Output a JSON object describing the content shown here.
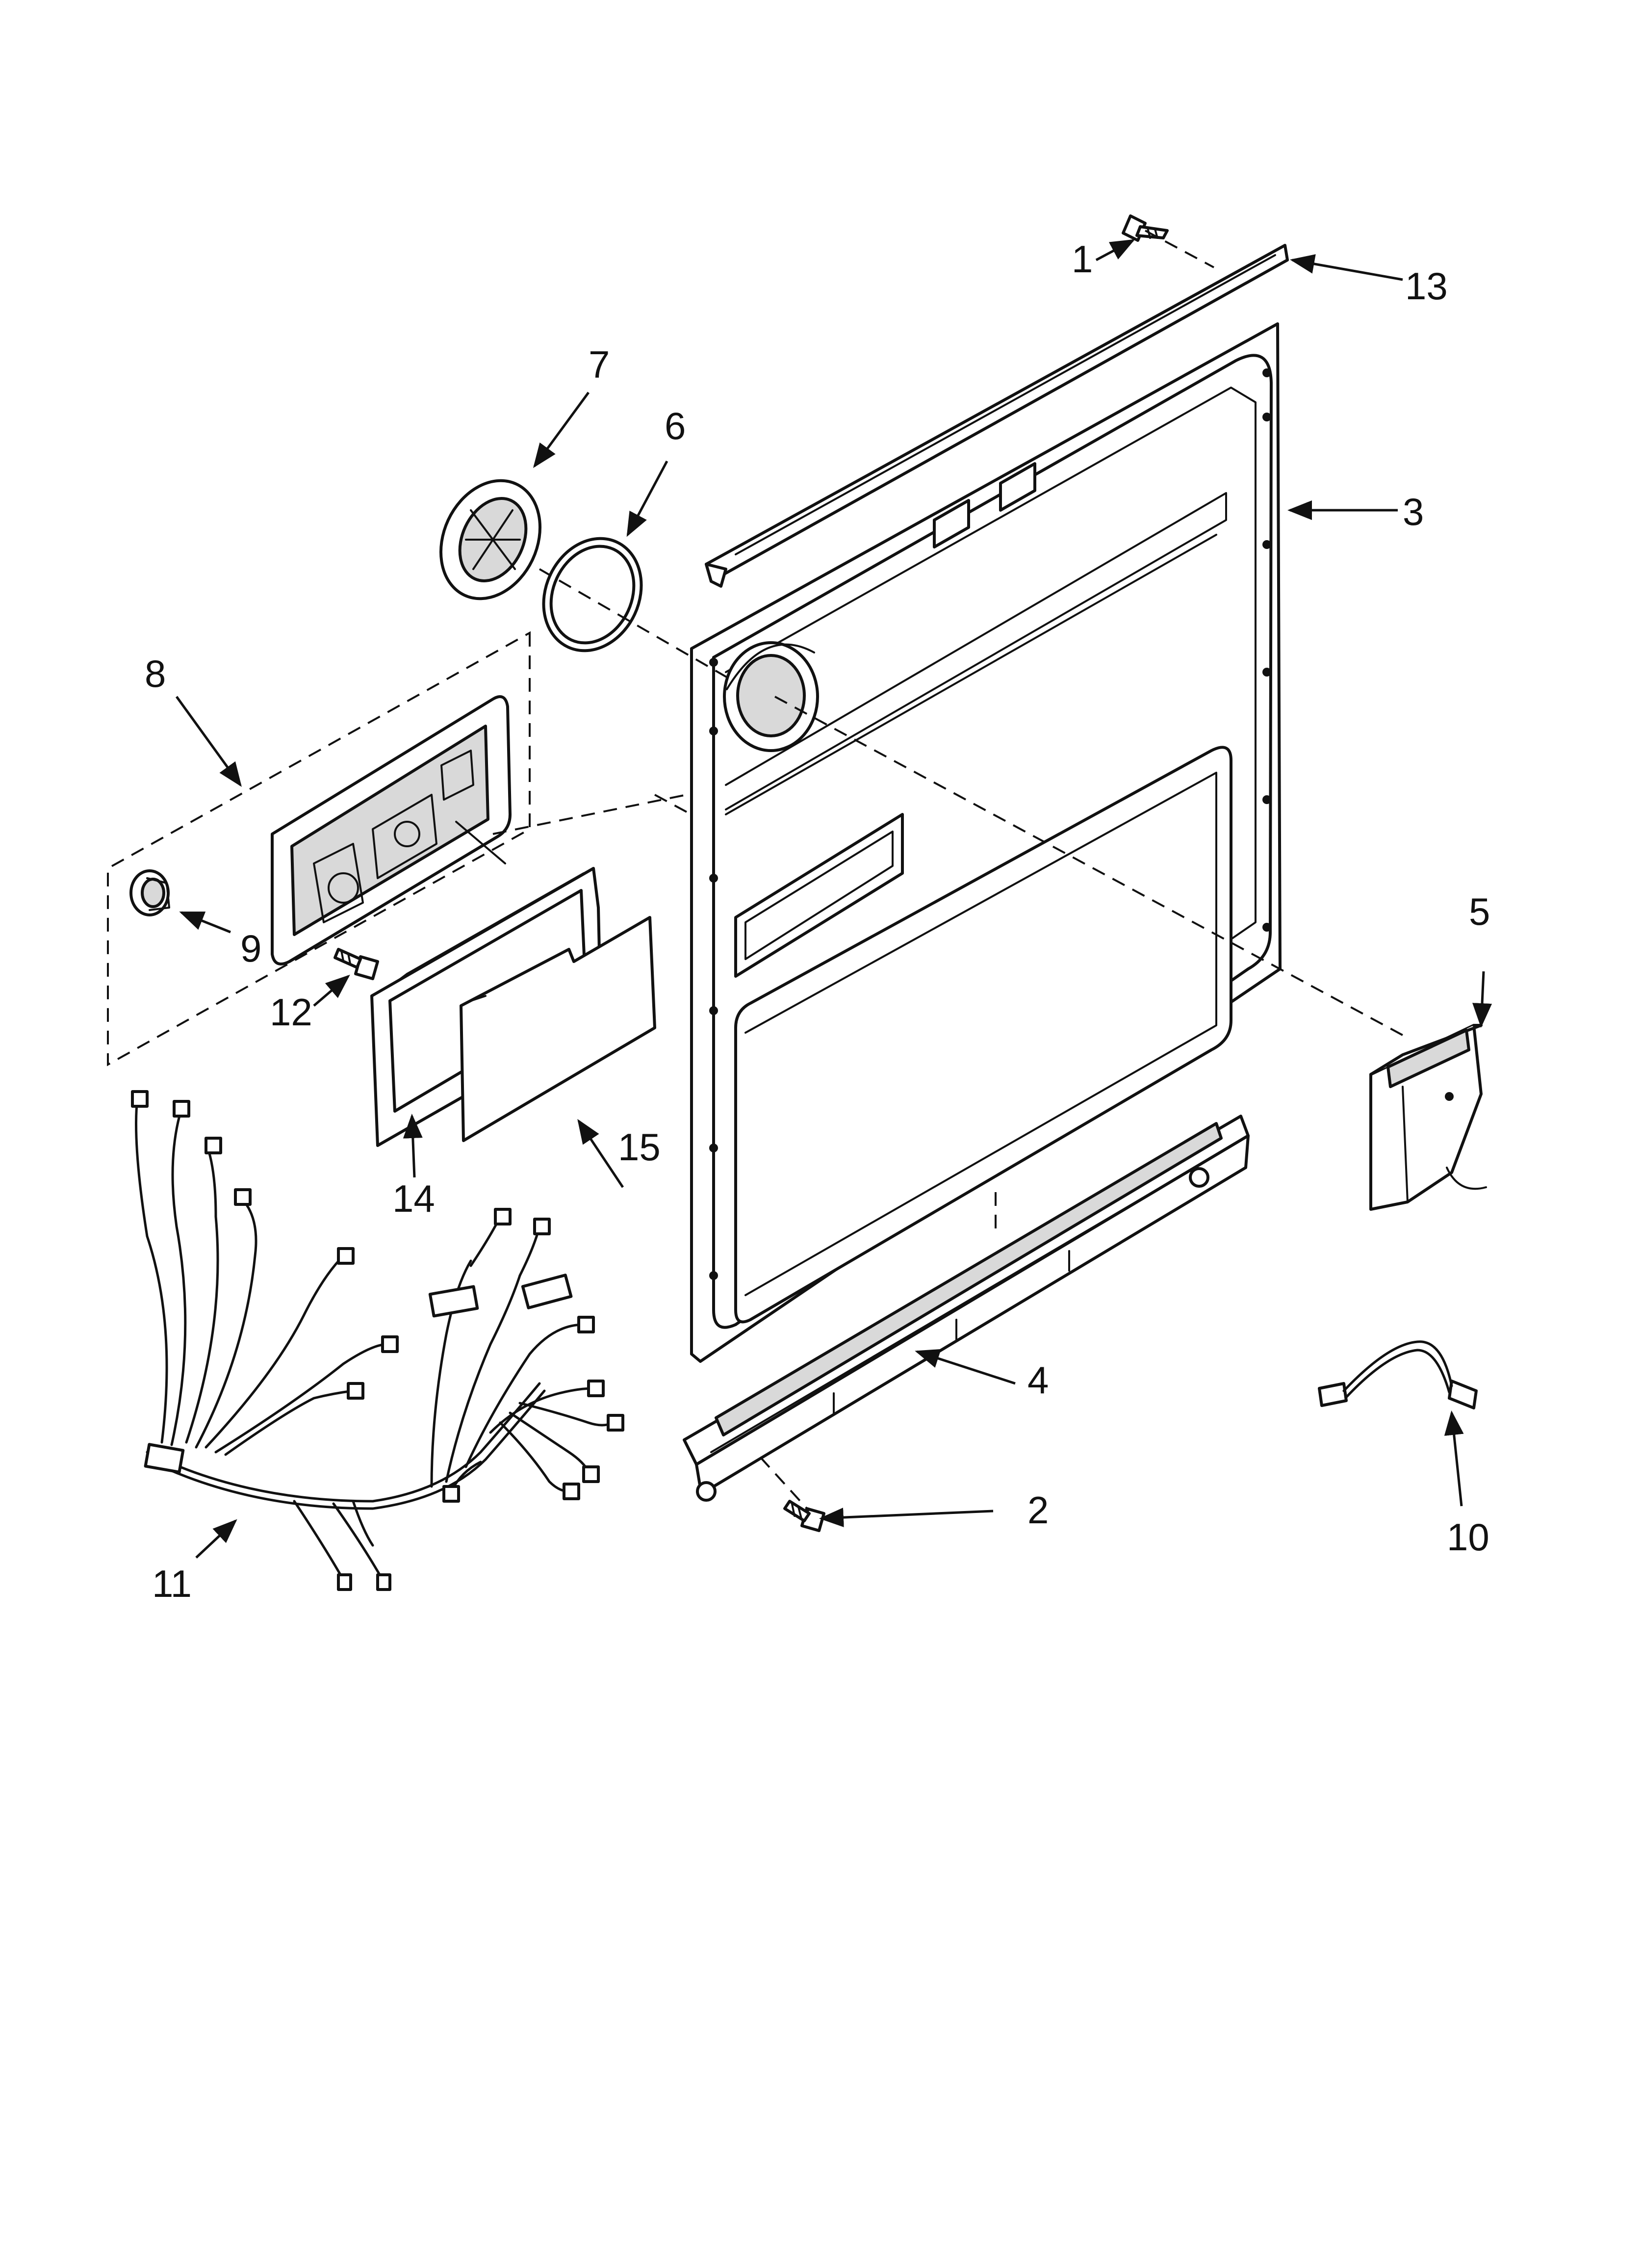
{
  "diagram": {
    "callouts": [
      {
        "id": "1",
        "label": "1"
      },
      {
        "id": "2",
        "label": "2"
      },
      {
        "id": "3",
        "label": "3"
      },
      {
        "id": "4",
        "label": "4"
      },
      {
        "id": "5",
        "label": "5"
      },
      {
        "id": "6",
        "label": "6"
      },
      {
        "id": "7",
        "label": "7"
      },
      {
        "id": "8",
        "label": "8"
      },
      {
        "id": "9",
        "label": "9"
      },
      {
        "id": "10",
        "label": "10"
      },
      {
        "id": "11",
        "label": "11"
      },
      {
        "id": "12",
        "label": "12"
      },
      {
        "id": "13",
        "label": "13"
      },
      {
        "id": "14",
        "label": "14"
      },
      {
        "id": "15",
        "label": "15"
      }
    ]
  },
  "colors": {
    "line": "#111111",
    "background": "#ffffff",
    "shade": "#d9d9d9"
  }
}
